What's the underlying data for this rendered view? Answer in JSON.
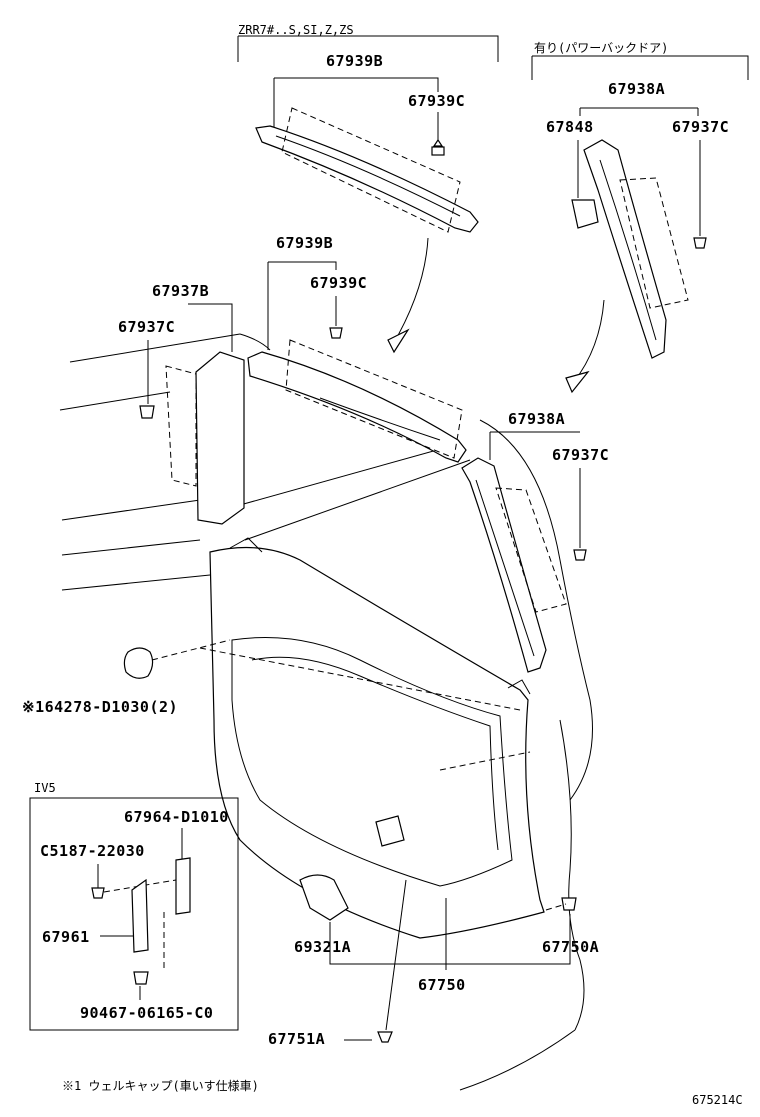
{
  "variants": {
    "zrr7": "ZRR7#..S,SI,Z,ZS",
    "power_door": "有り(パワーバックドア)",
    "iv5": "IV5"
  },
  "part_labels": {
    "p67939B_top": "67939B",
    "p67939C_top": "67939C",
    "p67938A_top": "67938A",
    "p67848": "67848",
    "p67937C_top": "67937C",
    "p67939B_mid": "67939B",
    "p67937B": "67937B",
    "p67939C_mid": "67939C",
    "p67937C_left": "67937C",
    "p67938A_mid": "67938A",
    "p67937C_mid": "67937C",
    "p64278": "※164278-D1030(2)",
    "p67964": "67964-D1010",
    "pC5187": "C5187-22030",
    "p67961": "67961",
    "p90467": "90467-06165-C0",
    "p69321A": "69321A",
    "p67750A": "67750A",
    "p67750": "67750",
    "p67751A": "67751A"
  },
  "footnote": "※1 ウェルキャップ(車いす仕様車)",
  "diagram_code": "675214C"
}
